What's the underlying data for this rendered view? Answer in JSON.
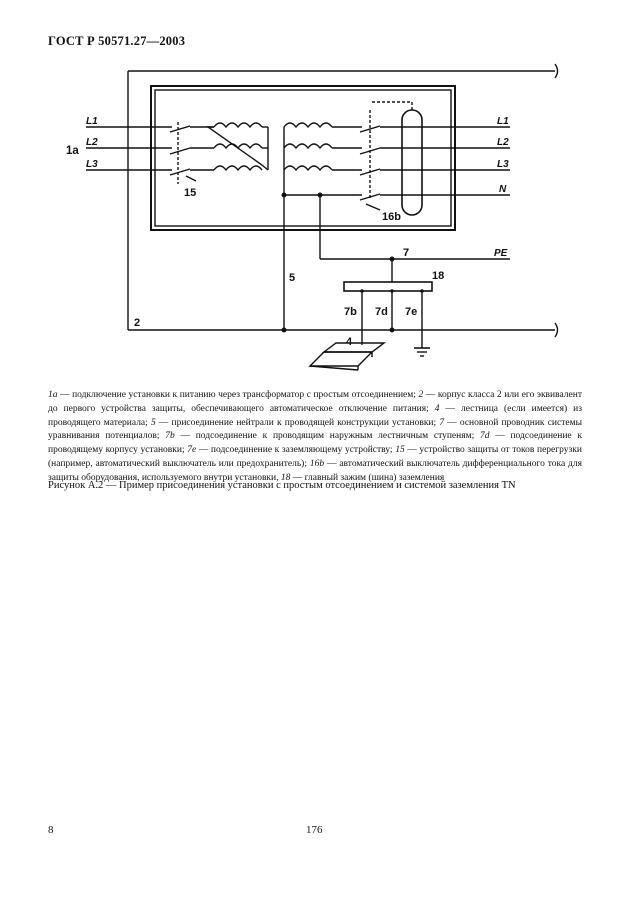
{
  "header": {
    "standard": "ГОСТ Р 50571.27—2003"
  },
  "diagram": {
    "labels": {
      "l1_in": "L1",
      "l2_in": "L2",
      "l3_in": "L3",
      "supply": "1a",
      "protection": "15",
      "l1_out": "L1",
      "l2_out": "L2",
      "l3_out": "L3",
      "n_out": "N",
      "rcd": "16b",
      "pe": "PE",
      "equalization": "7",
      "bus": "18",
      "neutral": "5",
      "housing": "2",
      "tap_b": "7b",
      "tap_d": "7d",
      "tap_e": "7e",
      "ladder": "4"
    }
  },
  "caption": {
    "items": [
      {
        "code": "1a",
        "text": " — подключение установки к питанию через трансформатор с простым отсоединением; "
      },
      {
        "code": "2",
        "text": " — корпус класса 2 или его эквивалент до первого устройства защиты, обеспечивающего автоматическое отключение питания; "
      },
      {
        "code": "4",
        "text": " — лестница (если имеется) из проводящего материала; "
      },
      {
        "code": "5",
        "text": " — присоединение нейтрали к проводящей конструкции установки; "
      },
      {
        "code": "7",
        "text": " — основной проводник системы уравнивания потенциалов; "
      },
      {
        "code": "7b",
        "text": " — подсоединение к проводящим наружным лестничным ступеням; "
      },
      {
        "code": "7d",
        "text": " — подсоединение к проводящему корпусу установки; "
      },
      {
        "code": "7e",
        "text": " — подсоединение к заземляющему устройству; "
      },
      {
        "code": "15",
        "text": " — устройство защиты от токов перегрузки (например, автоматический выключатель или предохранитель); "
      },
      {
        "code": "16b",
        "text": " — автоматический выключатель дифференциального тока для защиты оборудования, используемого внутри установки, "
      },
      {
        "code": "18",
        "text": " — главный зажим (шина) заземления"
      }
    ],
    "figure_title": "Рисунок  А.2 — Пример присоединения установки с простым отсоединением и системой заземления TN"
  },
  "footer": {
    "page_left": "8",
    "page_center": "176"
  }
}
